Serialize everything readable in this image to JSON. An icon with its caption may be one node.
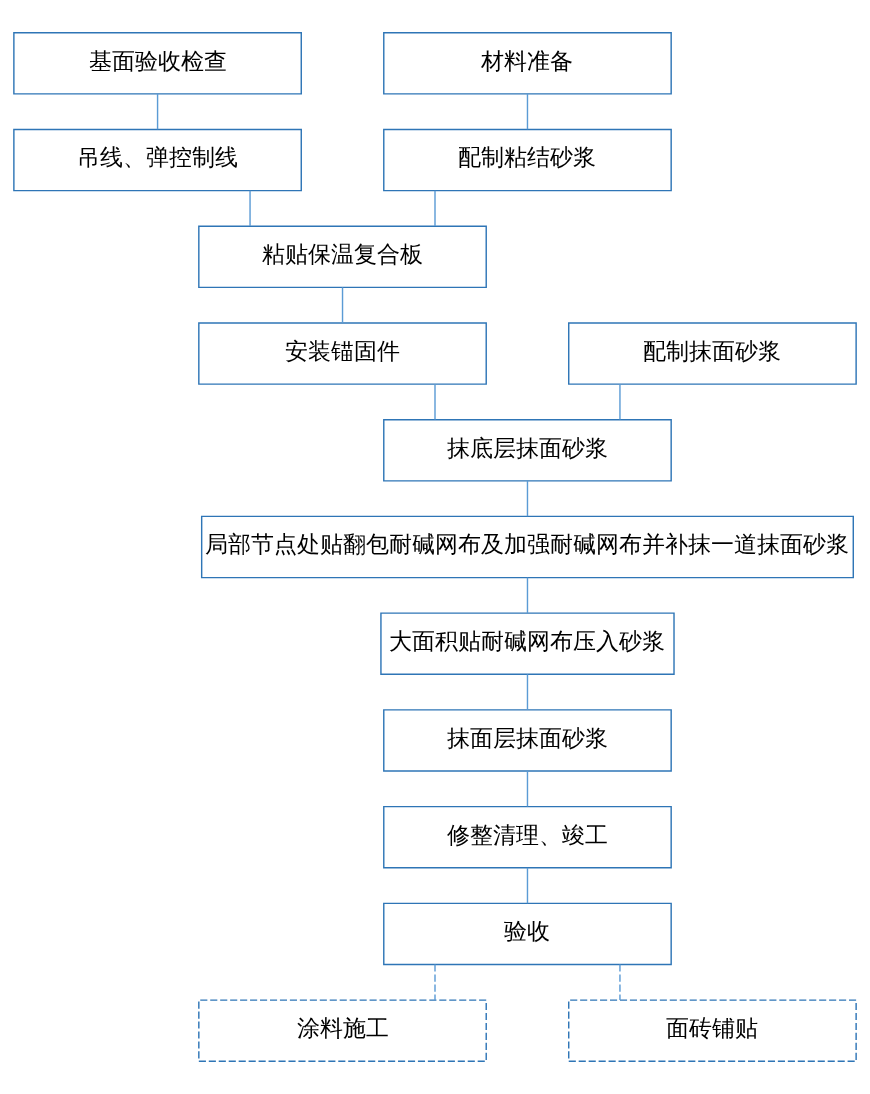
{
  "diagram": {
    "nodes": [
      {
        "text": [
          "基面验收检查"
        ]
      },
      {
        "text": [
          "吊线、弹控制线"
        ]
      },
      {
        "text": [
          "材料准备"
        ]
      },
      {
        "text": [
          "配制粘结砂浆"
        ]
      },
      {
        "text": [
          "粘贴保温复合板"
        ]
      },
      {
        "text": [
          "安装锚固件"
        ]
      },
      {
        "text": [
          "配制抹面砂浆"
        ]
      },
      {
        "text": [
          "抹底层抹面砂浆"
        ]
      },
      {
        "text": [
          "局部节点处贴翻包耐碱网布及加强耐碱网布并补抹一道抹面砂浆"
        ]
      },
      {
        "text": [
          "大面积贴耐碱网布压入砂浆"
        ]
      },
      {
        "text": [
          "抹面层抹面砂浆"
        ]
      },
      {
        "text": [
          "修整清理、竣工"
        ]
      },
      {
        "text": [
          "验收"
        ]
      },
      {
        "text": [
          "涂料施工"
        ]
      },
      {
        "text": [
          "面砖铺贴"
        ]
      }
    ],
    "edges": [
      {
        "from": 0,
        "to": 1,
        "arrow": "none"
      },
      {
        "from": 2,
        "to": 3,
        "arrow": "none"
      },
      {
        "from": 1,
        "to": 4,
        "arrow": "none"
      },
      {
        "from": 3,
        "to": 4,
        "arrow": "none"
      },
      {
        "from": 4,
        "to": 5,
        "arrow": "none"
      },
      {
        "from": 5,
        "to": 7,
        "arrow": "none"
      },
      {
        "from": 6,
        "to": 7,
        "arrow": "none"
      },
      {
        "from": 7,
        "to": 8,
        "arrow": "none"
      },
      {
        "from": 8,
        "to": 9,
        "arrow": "none"
      },
      {
        "from": 9,
        "to": 10,
        "arrow": "none"
      },
      {
        "from": 10,
        "to": 11,
        "arrow": "none"
      },
      {
        "from": 11,
        "to": 12,
        "arrow": "none"
      },
      {
        "from": 12,
        "to": 13,
        "arrow": "none",
        "style": "dashed"
      },
      {
        "from": 12,
        "to": 14,
        "arrow": "none",
        "style": "dashed"
      }
    ]
  }
}
